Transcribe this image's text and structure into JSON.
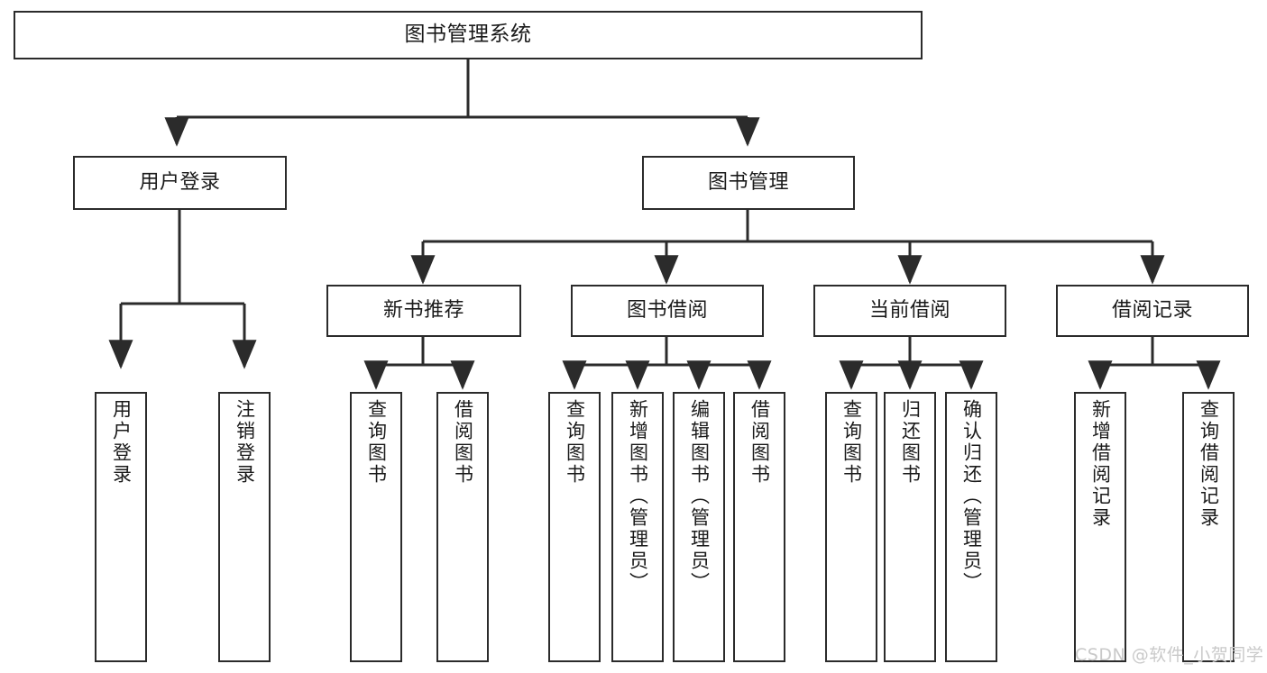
{
  "diagram": {
    "title": "图书管理系统",
    "type": "tree",
    "orientation": "top-down",
    "colors": {
      "node_border": "#2b2b2b",
      "node_fill": "#ffffff",
      "edge": "#2b2b2b",
      "text": "#1a1a1a",
      "watermark": "#c9c9c9",
      "background": "#ffffff"
    }
  },
  "watermark": {
    "text": "CSDN @软件_小贺同学"
  },
  "nodes": {
    "root": {
      "label": "图书管理系统",
      "level": 0
    },
    "level1": [
      {
        "id": "user-login",
        "label": "用户登录",
        "level": 1
      },
      {
        "id": "book-manage",
        "label": "图书管理",
        "level": 1
      }
    ],
    "level2": [
      {
        "id": "new-book-recommend",
        "label": "新书推荐",
        "level": 2,
        "parent": "book-manage"
      },
      {
        "id": "book-borrow",
        "label": "图书借阅",
        "level": 2,
        "parent": "book-manage"
      },
      {
        "id": "current-borrow",
        "label": "当前借阅",
        "level": 2,
        "parent": "book-manage"
      },
      {
        "id": "borrow-record",
        "label": "借阅记录",
        "level": 2,
        "parent": "book-manage"
      }
    ],
    "leaves": [
      {
        "id": "leaf-user-login",
        "label": "用户登录",
        "parent": "user-login"
      },
      {
        "id": "leaf-user-logout",
        "label": "注销登录",
        "parent": "user-login"
      },
      {
        "id": "leaf-query-book-1",
        "label": "查询图书",
        "parent": "new-book-recommend"
      },
      {
        "id": "leaf-borrow-book-1",
        "label": "借阅图书",
        "parent": "new-book-recommend"
      },
      {
        "id": "leaf-query-book-2",
        "label": "查询图书",
        "parent": "book-borrow"
      },
      {
        "id": "leaf-add-book",
        "label": "新增图书（管理员）",
        "parent": "book-borrow"
      },
      {
        "id": "leaf-edit-book",
        "label": "编辑图书（管理员）",
        "parent": "book-borrow"
      },
      {
        "id": "leaf-borrow-book-2",
        "label": "借阅图书",
        "parent": "book-borrow"
      },
      {
        "id": "leaf-query-book-3",
        "label": "查询图书",
        "parent": "current-borrow"
      },
      {
        "id": "leaf-return-book",
        "label": "归还图书",
        "parent": "current-borrow"
      },
      {
        "id": "leaf-confirm-return",
        "label": "确认归还（管理员）",
        "parent": "current-borrow"
      },
      {
        "id": "leaf-add-record",
        "label": "新增借阅记录",
        "parent": "borrow-record"
      },
      {
        "id": "leaf-query-record",
        "label": "查询借阅记录",
        "parent": "borrow-record"
      }
    ]
  }
}
